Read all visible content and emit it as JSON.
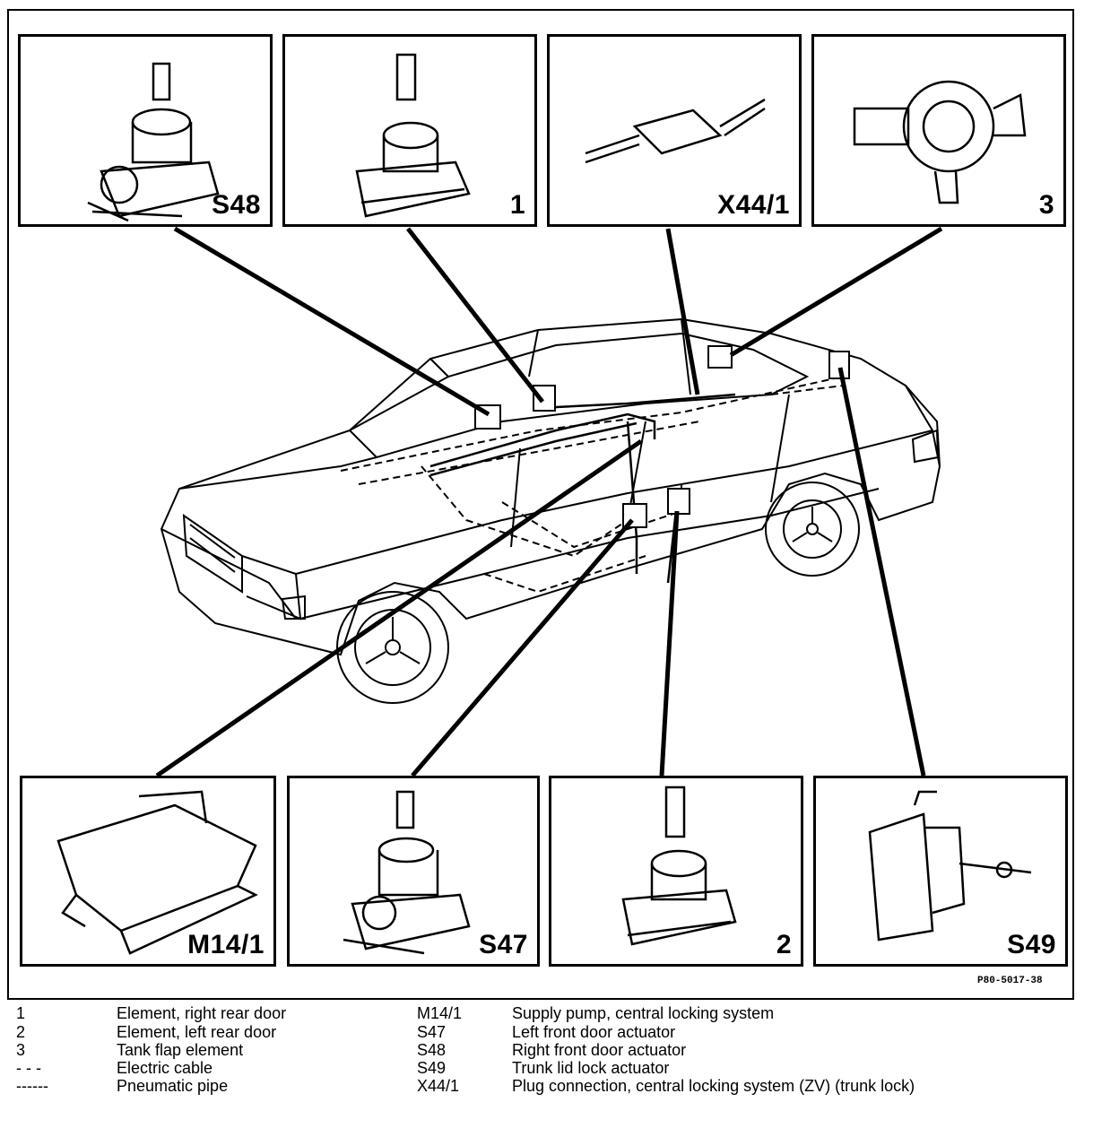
{
  "panels": {
    "top": [
      {
        "label": "S48"
      },
      {
        "label": "1"
      },
      {
        "label": "X44/1"
      },
      {
        "label": "3"
      }
    ],
    "bottom": [
      {
        "label": "M14/1"
      },
      {
        "label": "S47"
      },
      {
        "label": "2"
      },
      {
        "label": "S49"
      }
    ]
  },
  "reference_code": "P80-5017-38",
  "legend": {
    "rows": [
      {
        "code": "1",
        "desc": "Element, right rear door",
        "code2": "M14/1",
        "desc2": "Supply pump, central locking system"
      },
      {
        "code": "2",
        "desc": "Element, left rear door",
        "code2": "S47",
        "desc2": "Left front door actuator"
      },
      {
        "code": "3",
        "desc": "Tank flap element",
        "code2": "S48",
        "desc2": "Right front door actuator"
      },
      {
        "code": "- - -",
        "desc": "Electric cable",
        "code2": "S49",
        "desc2": "Trunk lid lock actuator"
      },
      {
        "code": "------",
        "desc": "Pneumatic pipe",
        "code2": "X44/1",
        "desc2": "Plug connection, central locking system (ZV) (trunk lock)"
      }
    ]
  }
}
